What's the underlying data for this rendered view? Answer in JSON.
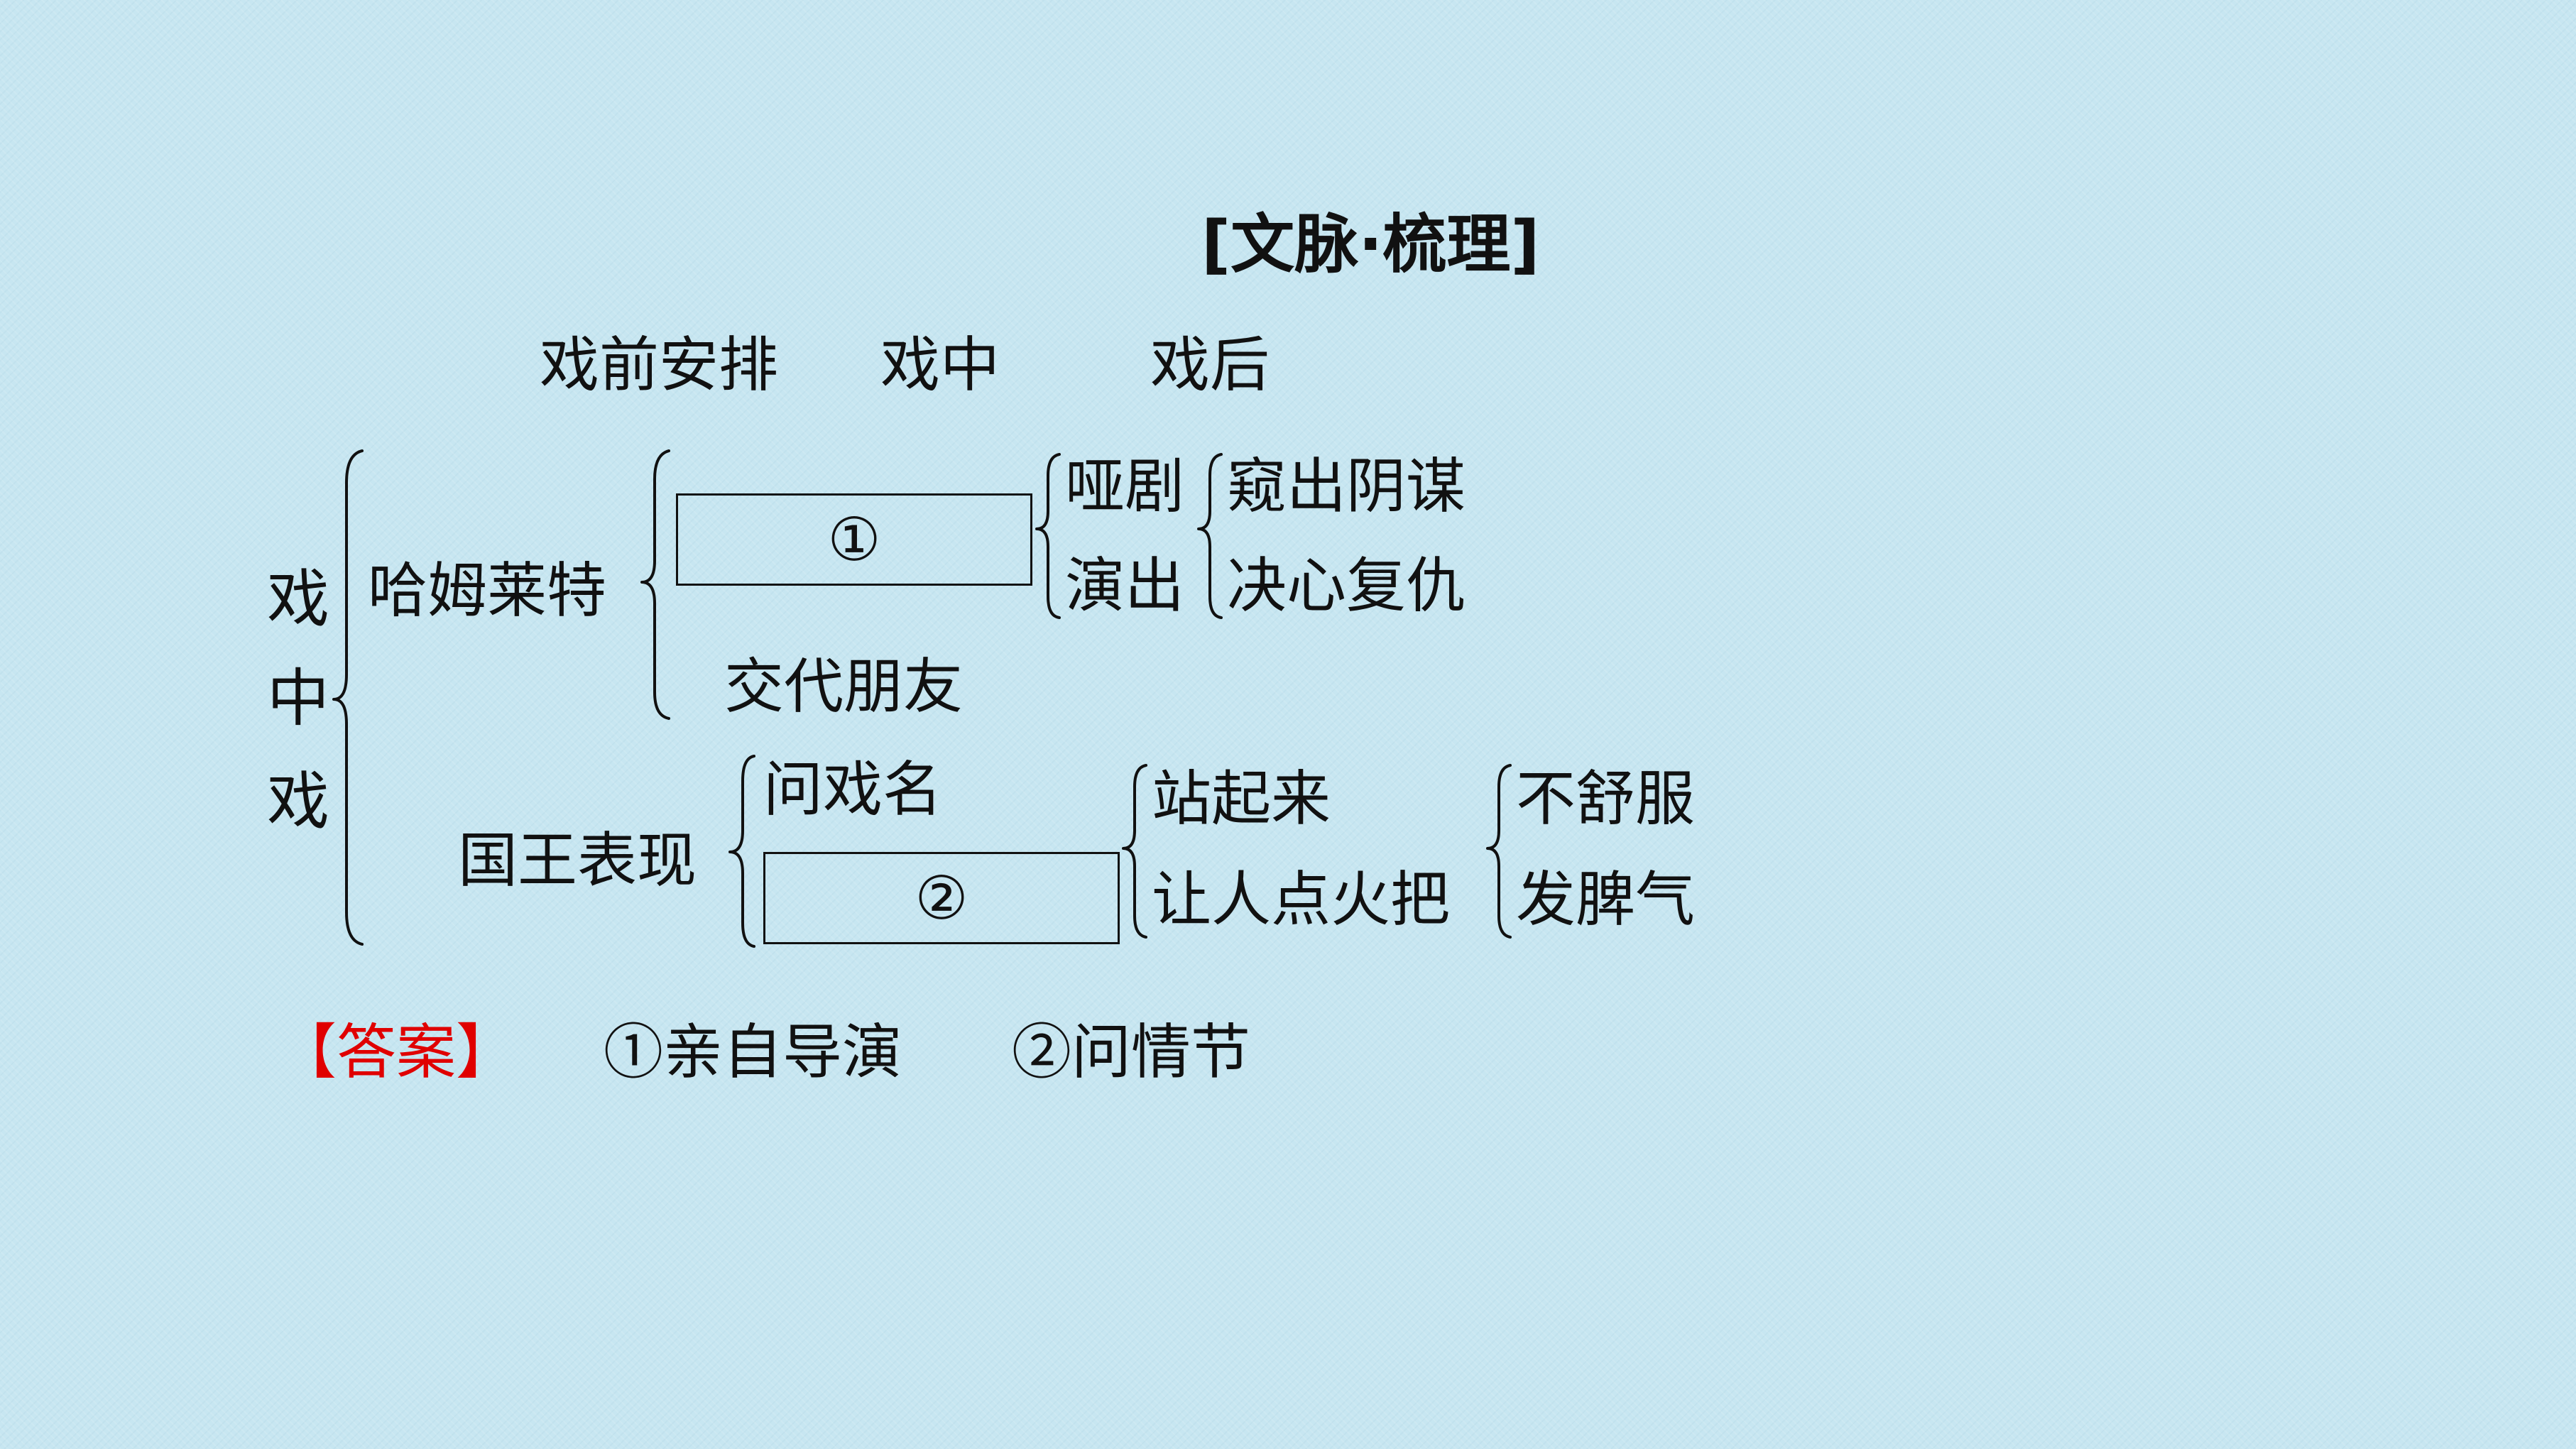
{
  "title": "[文脉·梳理]",
  "headers": {
    "before": "戏前安排",
    "during": "戏中",
    "after": "戏后"
  },
  "root": [
    "戏",
    "中",
    "戏"
  ],
  "hamlet": {
    "label": "哈姆莱特",
    "blank1": "①",
    "mime_top": "哑剧",
    "mime_bottom": "演出",
    "result_top": "窥出阴谋",
    "result_bottom": "决心复仇",
    "friend": "交代朋友"
  },
  "king": {
    "label": "国王表现",
    "ask_name": "问戏名",
    "blank2": "②",
    "stand_up": "站起来",
    "torch": "让人点火把",
    "uncomfortable": "不舒服",
    "temper": "发脾气"
  },
  "answer": {
    "label": "【答案】",
    "item1": "①亲自导演",
    "item2": "②问情节"
  }
}
